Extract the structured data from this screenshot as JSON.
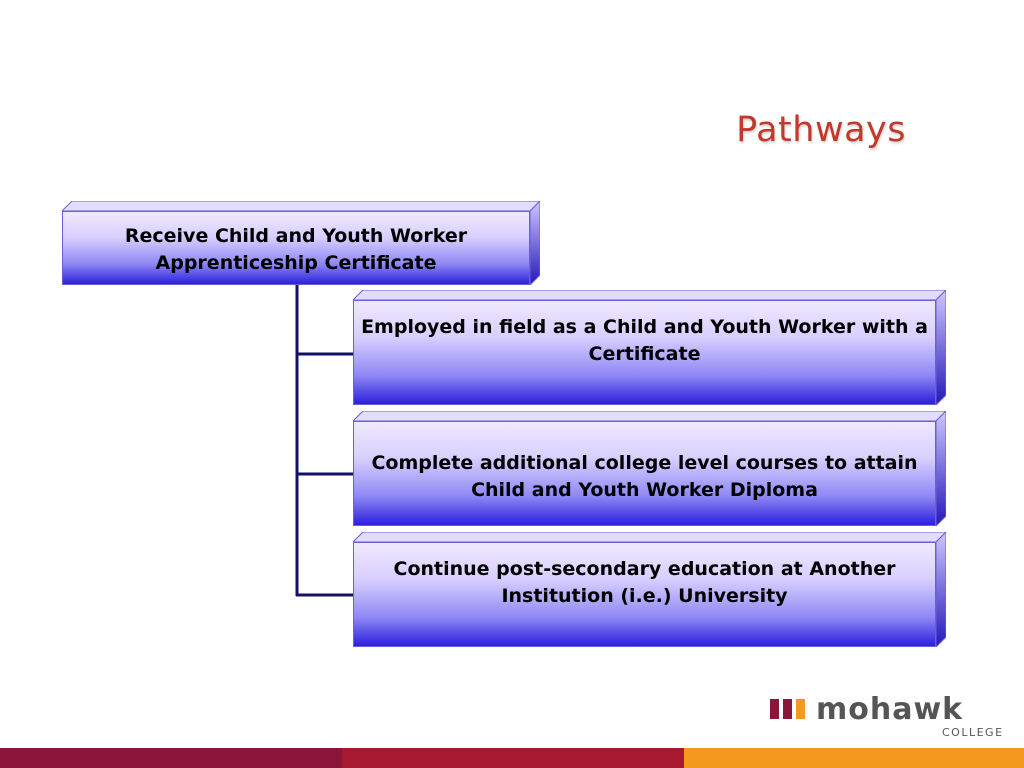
{
  "title": "Pathways",
  "diagram": {
    "root": {
      "label": "Receive Child and Youth Worker Apprenticeship Certificate"
    },
    "children": [
      {
        "label": "Employed in field as a Child and Youth Worker with a Certificate"
      },
      {
        "label": "Complete additional college level courses to attain Child and Youth Worker Diploma"
      },
      {
        "label": "Continue post-secondary education at Another Institution (i.e.) University"
      }
    ]
  },
  "logo": {
    "name": "mohawk",
    "sub": "COLLEGE"
  },
  "colors": {
    "title": "#c0392b",
    "connector": "#141066",
    "box_bottom": "#2c1fdd",
    "box_top": "#f1e8ff",
    "brand_maroon": "#8a1538",
    "brand_red": "#a6192e",
    "brand_orange": "#f39a1e"
  }
}
